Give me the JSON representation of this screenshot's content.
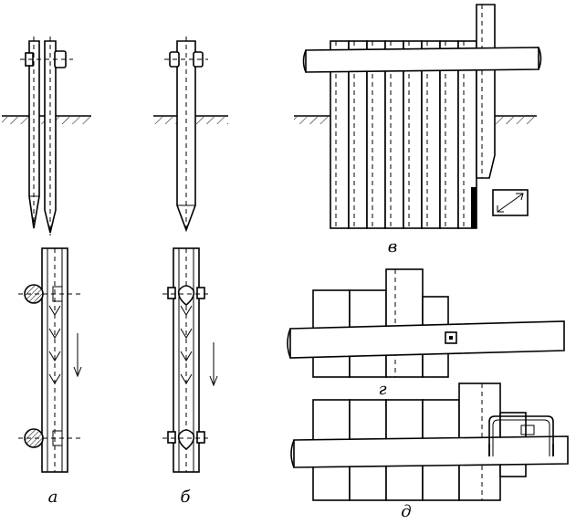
{
  "figure": {
    "panels": [
      {
        "id": "a",
        "label": "а"
      },
      {
        "id": "b",
        "label": "б"
      },
      {
        "id": "v",
        "label": "в"
      },
      {
        "id": "g",
        "label": "г"
      },
      {
        "id": "d",
        "label": "д"
      }
    ]
  }
}
